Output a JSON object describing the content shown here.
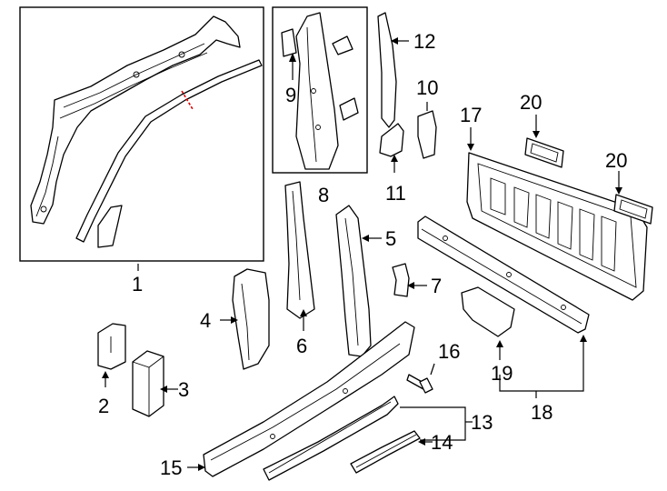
{
  "callouts": {
    "c1": "1",
    "c2": "2",
    "c3": "3",
    "c4": "4",
    "c5": "5",
    "c6": "6",
    "c7": "7",
    "c8": "8",
    "c9": "9",
    "c10": "10",
    "c11": "11",
    "c12": "12",
    "c13": "13",
    "c14": "14",
    "c15": "15",
    "c16": "16",
    "c17": "17",
    "c18": "18",
    "c19": "19",
    "c20a": "20",
    "c20b": "20"
  },
  "colors": {
    "line": "#000000",
    "background": "#ffffff",
    "cut_mark": "#e00000"
  }
}
